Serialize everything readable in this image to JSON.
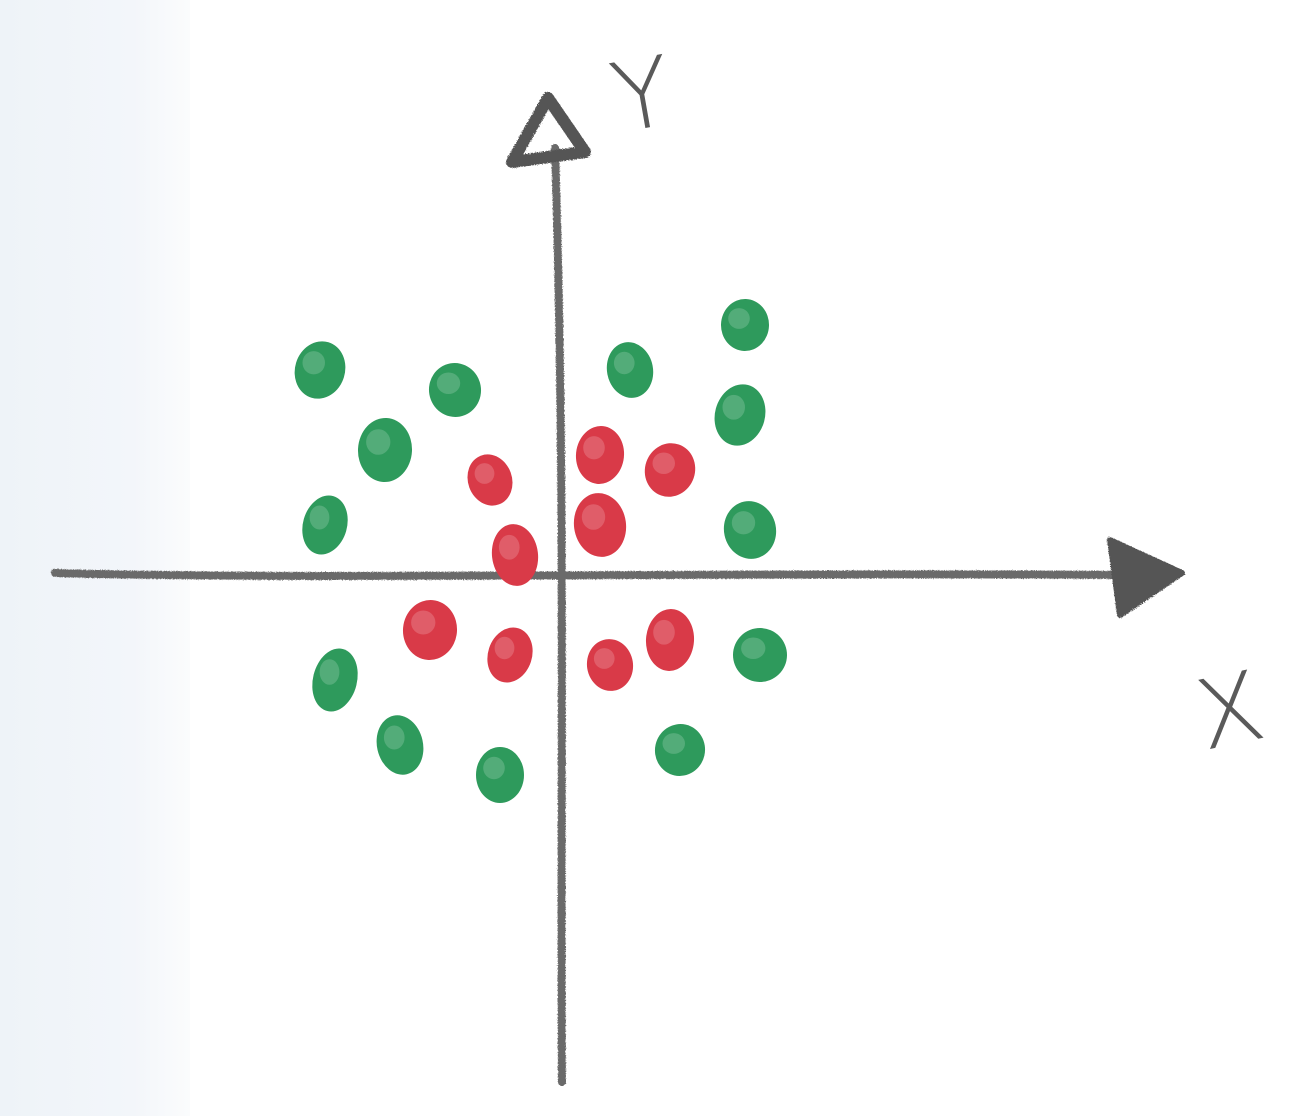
{
  "chart_data": {
    "type": "scatter",
    "title": "",
    "xlabel": "X",
    "ylabel": "Y",
    "xlim": [
      -5,
      6
    ],
    "ylim": [
      -5,
      5
    ],
    "grid": false,
    "legend": "none",
    "axes_color": "#6b6b6b",
    "series": [
      {
        "color": "#d93a48",
        "x": [
          -0.7,
          -0.45,
          0.4,
          1.1,
          0.4,
          -1.3,
          -0.5,
          0.5,
          1.1
        ],
        "y": [
          0.95,
          0.2,
          1.2,
          1.05,
          0.5,
          -0.55,
          -0.8,
          -0.9,
          -0.65
        ]
      },
      {
        "color": "#2e9a5c",
        "x": [
          -2.4,
          -1.05,
          -1.75,
          -2.35,
          0.7,
          1.85,
          1.8,
          1.9,
          2.0,
          -2.25,
          -1.6,
          -0.6,
          1.2
        ],
        "y": [
          2.05,
          1.85,
          1.25,
          0.5,
          2.05,
          2.5,
          1.6,
          0.45,
          -0.8,
          -1.05,
          -1.7,
          -2.0,
          -1.75
        ]
      }
    ]
  }
}
